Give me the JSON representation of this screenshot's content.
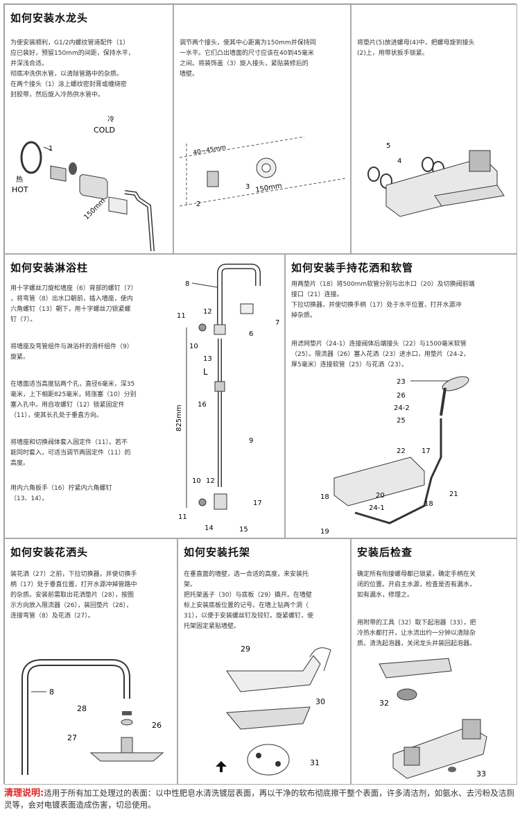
{
  "sections": {
    "faucet": {
      "title": "如何安装水龙头",
      "text1": "为使安装顺利，G1/2内螺纹管道配件（1）\n应已装好，预留150mm的间距，保持水平，\n并深浅合适。\n彻底冲洗供水管，以清除管路中的杂质。\n在两个接头（1）涂上螺纹密封膏或缠绕密\n封胶带，然后旋入冷热供水管中。",
      "text2": "调节两个接头，使其中心距离为150mm并保持同\n一水平。它们凸出墙面的尺寸应该在40到45毫米\n之间。将装饰盖（3）旋入接头，紧贴装修后的\n墙壁。",
      "text3": "将垫片(5)放进螺母(4)中，把螺母旋到接头\n(2)上，用带状扳手锁紧。",
      "fig1": {
        "cold_cn": "冷",
        "cold": "COLD",
        "hot_cn": "热",
        "hot": "HOT",
        "n1": "1",
        "dim": "150mm"
      },
      "fig2": {
        "dim1": "40~45mm",
        "dim2": "150mm",
        "n2": "2",
        "n3": "3"
      },
      "fig3": {
        "n4": "4",
        "n5": "5"
      }
    },
    "column": {
      "title": "如何安装淋浴柱",
      "p1": "用十字螺丝刀旋松墙座（6）背部的螺钉（7）\n，将弯管（8）出水口朝前，插入墙座，使内\n六角螺钉（13）朝下，用十字螺丝刀锁紧螺\n钉（7）。",
      "p2": "将墙座及弯管组件与淋浴杆的滑杆组件（9）\n旋紧。",
      "p3": "在墙面适当高度钻两个孔，直径6毫米，深35\n毫米，上下相距825毫米，将涨塞（10）分别\n塞入孔中。用自攻螺钉（12）锁紧固定件\n（11），使其长孔处于垂直方向。",
      "p4": "将墙座和切换阀体套入固定件（11）。若不\n能同时套入，可适当调节两固定件（11）的\n高度。",
      "p5": "用内六角扳手（16）拧紧内六角螺钉\n（13、14）。",
      "labels": {
        "l8": "8",
        "l7": "7",
        "l11a": "11",
        "l12a": "12",
        "l10a": "10",
        "l6": "6",
        "l13": "13",
        "l16": "16",
        "l9": "9",
        "dim": "825mm",
        "l10b": "10",
        "l12b": "12",
        "l17": "17",
        "l11b": "11",
        "l14": "14",
        "l15": "15"
      }
    },
    "handheld": {
      "title": "如何安装手持花洒和软管",
      "p1": "用两垫片（18）将500mm软管分别与出水口（20）及切换阀前端\n接口（21）连接。\n下拉切换器，并使切换手柄（17）处于水平位置，打开水源冲\n掉杂质。",
      "p2": "用滤网垫片（24-1）连接阀体后端接头（22）与1500毫米软管\n（25）。限流器（26）塞入花洒（23）进水口，用垫片（24-2，\n厚5毫米）连接软管（25）与花洒（23）。",
      "labels": {
        "l23": "23",
        "l26": "26",
        "l242": "24-2",
        "l25": "25",
        "l22": "22",
        "l17": "17",
        "l18a": "18",
        "l20": "20",
        "l21": "21",
        "l241": "24-1",
        "l18b": "18",
        "l19": "19"
      }
    },
    "showerhead": {
      "title": "如何安装花洒头",
      "p1": "装花洒（27）之前，下拉切换器，并使切换手\n柄（17）处于垂直位置，打开水源冲掉管路中\n的杂质。安装前需取出花洒垫片（28），按图\n示方向放入限流器（26），装回垫片（28），\n连接弯管（8）及花洒（27）。",
      "labels": {
        "l8": "8",
        "l28": "28",
        "l26": "26",
        "l27": "27"
      }
    },
    "holder": {
      "title": "如何安装托架",
      "p1": "在垂直面的墙壁，选一合适的高度，来安装托\n架。\n把托架盖子（30）与底板（29）撬开。在墙壁\n标上安装底板位置的记号。在墙上钻两个洞（\n31），以便于安装螺丝钉及铰钉。旋紧螺钉，使\n托架固定紧贴墙壁。",
      "labels": {
        "l29": "29",
        "l30": "30",
        "l31": "31"
      }
    },
    "check": {
      "title": "安装后检查",
      "p1": "确定所有衔接螺母都已锁紧，确定手柄在关\n闭的位置。开启主水源，检查是否有漏水，\n如有漏水，修理之。",
      "p2": "用附带的工具（32）取下起泡器（33），把\n冷热水都打开，让水流出约一分钟以清除杂\n质。清洗起泡器，关闭龙头并装回起泡器。",
      "labels": {
        "l32": "32",
        "l33": "33"
      }
    }
  },
  "footer": {
    "label": "清理说明:",
    "text": "适用于所有加工处理过的表面：以中性肥皂水清洗镀层表面，再以干净的软布彻底擦干整个表面，许多清洁剂，如氨水、去污粉及洁厕灵等，会对电镀表面造成伤害，切忌使用。"
  }
}
